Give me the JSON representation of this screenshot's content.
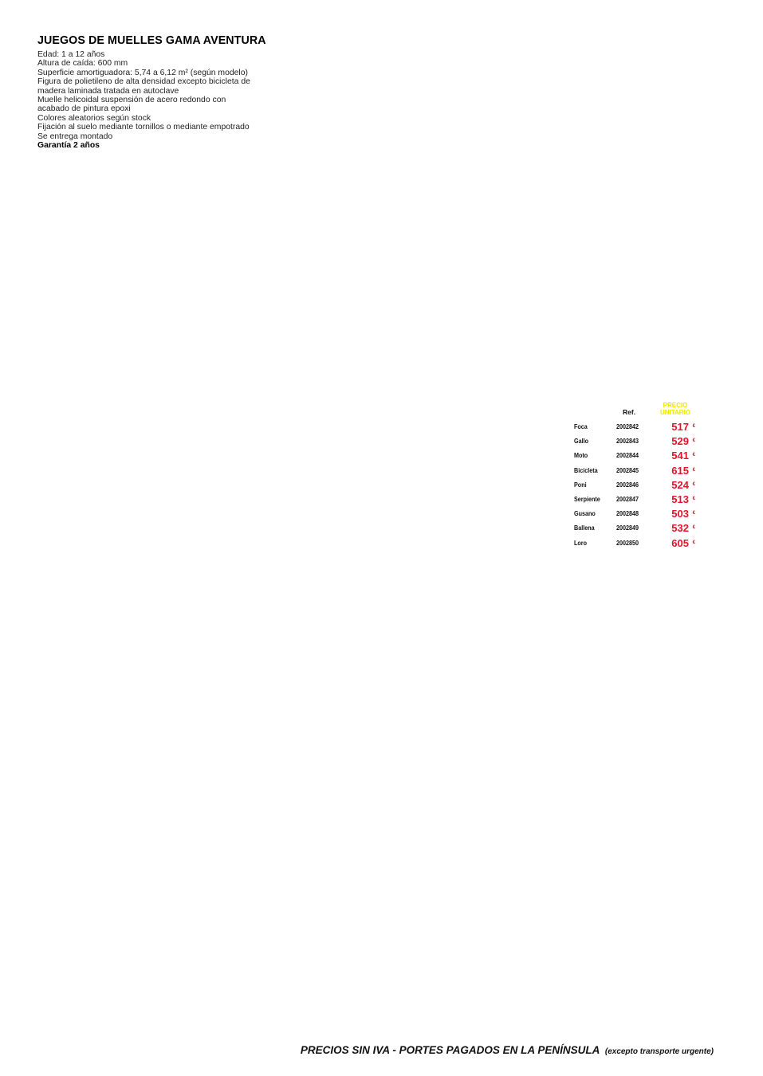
{
  "product": {
    "title": "JUEGOS DE MUELLES GAMA AVENTURA",
    "description_lines": [
      "Edad: 1 a 12 años",
      "Altura de caída: 600 mm",
      "Superficie amortiguadora: 5,74 a 6,12 m² (según modelo)",
      "Figura de polietileno de alta densidad excepto bicicleta de madera laminada tratada en autoclave",
      "Muelle helicoidal suspensión de acero redondo con acabado de pintura epoxi",
      "Colores aleatorios según stock",
      "Fijación al suelo mediante tornillos o mediante empotrado",
      "Se entrega montado"
    ],
    "warranty": "Garantía 2 años"
  },
  "price_table": {
    "header_ref": "Ref.",
    "header_price": "PRECIO UNITARIO",
    "currency": "€",
    "rows": [
      {
        "name": "Foca",
        "ref": "2002842",
        "price": "517"
      },
      {
        "name": "Gallo",
        "ref": "2002843",
        "price": "529"
      },
      {
        "name": "Moto",
        "ref": "2002844",
        "price": "541"
      },
      {
        "name": "Bicicleta",
        "ref": "2002845",
        "price": "615"
      },
      {
        "name": "Poni",
        "ref": "2002846",
        "price": "524"
      },
      {
        "name": "Serpiente",
        "ref": "2002847",
        "price": "513"
      },
      {
        "name": "Gusano",
        "ref": "2002848",
        "price": "503"
      },
      {
        "name": "Ballena",
        "ref": "2002849",
        "price": "532"
      },
      {
        "name": "Loro",
        "ref": "2002850",
        "price": "605"
      }
    ]
  },
  "footer": {
    "main": "PRECIOS SIN IVA - PORTES PAGADOS EN LA PENÍNSULA",
    "note": "(excepto transporte urgente)"
  },
  "colors": {
    "price_red": "#e5122a",
    "header_yellow": "#f3e600"
  }
}
